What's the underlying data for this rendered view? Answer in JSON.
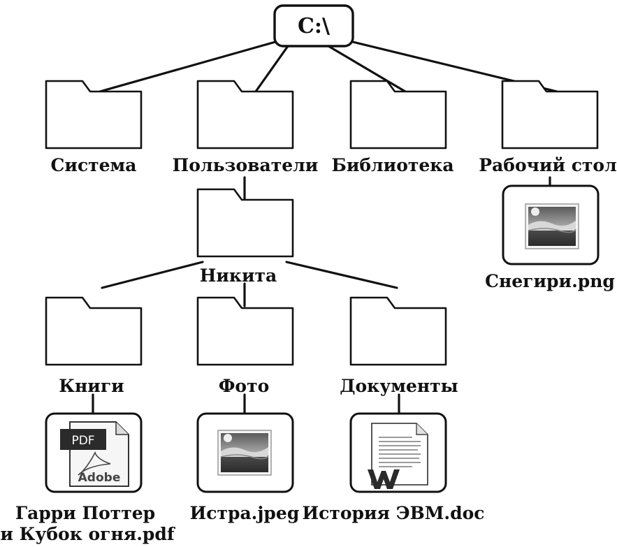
{
  "root": {
    "label": "C:\\"
  },
  "folders": {
    "sistema": "Система",
    "polzovateli": "Пользователи",
    "biblioteka": "Библиотека",
    "rabochiy_stol": "Рабочий стол",
    "nikita": "Никита",
    "knigi": "Книги",
    "foto": "Фото",
    "dokumenty": "Документы"
  },
  "files": {
    "snegiri": {
      "label": "Снегири.png",
      "icon": "image-file-icon"
    },
    "garri_line1": "Гарри Поттер",
    "garri_line2": "и Кубок огня.pdf",
    "garri": {
      "icon": "pdf-file-icon",
      "badge": "PDF",
      "brand": "Adobe"
    },
    "istra": {
      "label": "Истра.jpeg",
      "icon": "image-file-icon"
    },
    "istoriya": {
      "label": "История ЭВМ.doc",
      "icon": "word-doc-file-icon"
    }
  },
  "colors": {
    "line": "#111111",
    "pdf_badge": "#2b2b2b",
    "image_sky": "#8a8a8a",
    "image_ground": "#3a3a3a"
  }
}
